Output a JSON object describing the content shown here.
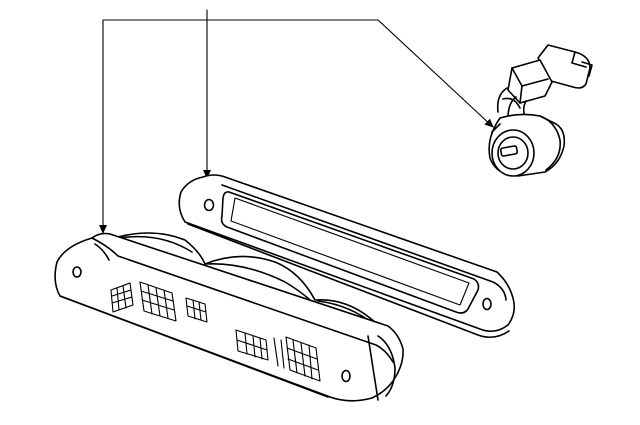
{
  "diagram": {
    "ink_color": "#000000",
    "background_color": "#ffffff",
    "parts": [
      {
        "name": "bulb-socket-with-wire-connector",
        "icon": "socket-icon"
      },
      {
        "name": "high-mount-stop-lamp-gasket",
        "icon": "gasket-icon"
      },
      {
        "name": "high-mount-stop-lamp-lens-assembly",
        "icon": "lamp-icon"
      }
    ],
    "callouts": [
      {
        "target": "high-mount-stop-lamp-lens-assembly"
      },
      {
        "target": "high-mount-stop-lamp-gasket"
      },
      {
        "target": "bulb-socket-with-wire-connector"
      }
    ]
  }
}
